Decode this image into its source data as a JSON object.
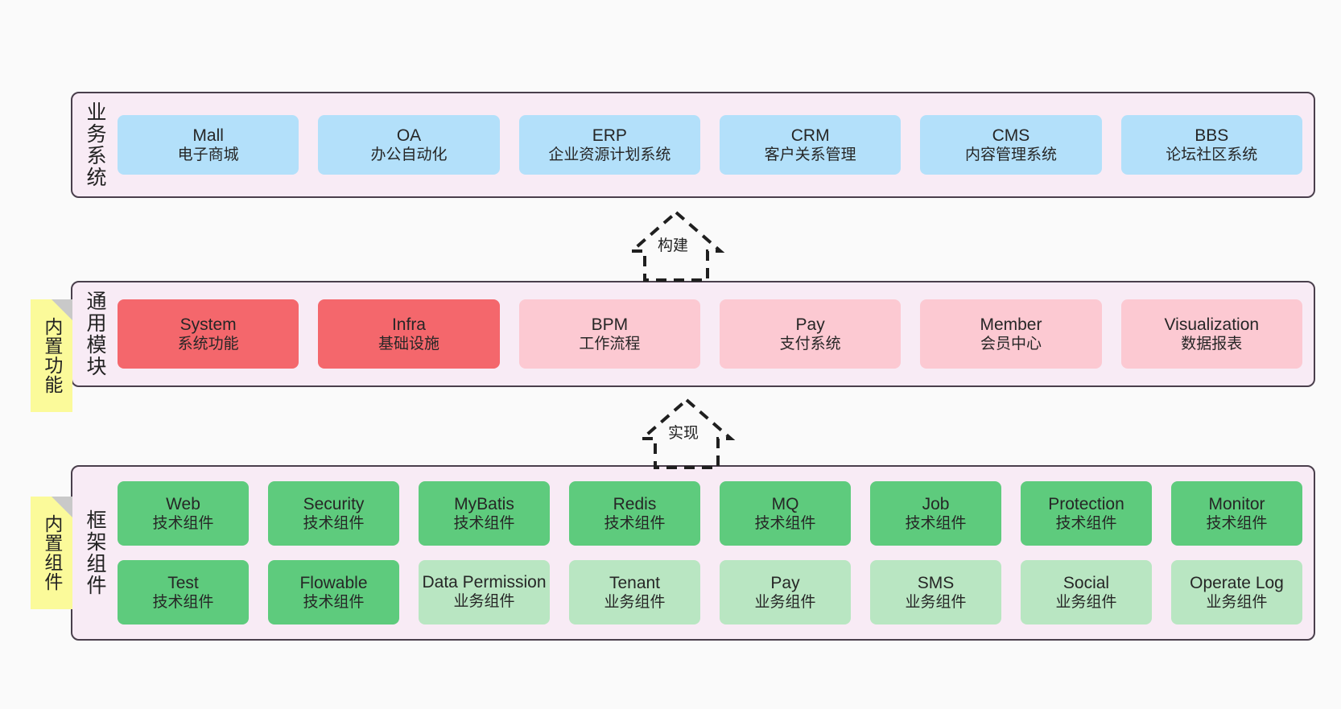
{
  "diagram": {
    "title_layers": [
      "业务系统",
      "通用模块",
      "框架组件"
    ],
    "background_color": "#fafafa",
    "panel_color": "#f8ebf5",
    "panel_border_color": "#4a3f4c",
    "note_color": "#fbfa9a"
  },
  "notes": [
    {
      "id": "note-builtin-features",
      "text": "内置功能"
    },
    {
      "id": "note-builtin-components",
      "text": "内置组件"
    }
  ],
  "connectors": [
    {
      "id": "connector-build",
      "label": "构建",
      "style": "dashed-hollow-triangle-up"
    },
    {
      "id": "connector-implement",
      "label": "实现",
      "style": "dashed-hollow-triangle-up"
    }
  ],
  "layers": [
    {
      "id": "layer-business-systems",
      "label": "业务系统",
      "rows": [
        [
          {
            "name": "Mall",
            "desc": "电子商城",
            "color": "#b3e0fa",
            "variant": "c-blue"
          },
          {
            "name": "OA",
            "desc": "办公自动化",
            "color": "#b3e0fa",
            "variant": "c-blue"
          },
          {
            "name": "ERP",
            "desc": "企业资源计划系统",
            "color": "#b3e0fa",
            "variant": "c-blue"
          },
          {
            "name": "CRM",
            "desc": "客户关系管理",
            "color": "#b3e0fa",
            "variant": "c-blue"
          },
          {
            "name": "CMS",
            "desc": "内容管理系统",
            "color": "#b3e0fa",
            "variant": "c-blue"
          },
          {
            "name": "BBS",
            "desc": "论坛社区系统",
            "color": "#b3e0fa",
            "variant": "c-blue"
          }
        ]
      ]
    },
    {
      "id": "layer-common-modules",
      "label": "通用模块",
      "rows": [
        [
          {
            "name": "System",
            "desc": "系统功能",
            "color": "#f4676c",
            "variant": "c-red"
          },
          {
            "name": "Infra",
            "desc": "基础设施",
            "color": "#f4676c",
            "variant": "c-red"
          },
          {
            "name": "BPM",
            "desc": "工作流程",
            "color": "#fcc9d2",
            "variant": "c-pink"
          },
          {
            "name": "Pay",
            "desc": "支付系统",
            "color": "#fcc9d2",
            "variant": "c-pink"
          },
          {
            "name": "Member",
            "desc": "会员中心",
            "color": "#fcc9d2",
            "variant": "c-pink"
          },
          {
            "name": "Visualization",
            "desc": "数据报表",
            "color": "#fcc9d2",
            "variant": "c-pink"
          }
        ]
      ]
    },
    {
      "id": "layer-framework-components",
      "label": "框架组件",
      "rows": [
        [
          {
            "name": "Web",
            "desc": "技术组件",
            "color": "#5ecb7d",
            "variant": "c-green"
          },
          {
            "name": "Security",
            "desc": "技术组件",
            "color": "#5ecb7d",
            "variant": "c-green"
          },
          {
            "name": "MyBatis",
            "desc": "技术组件",
            "color": "#5ecb7d",
            "variant": "c-green"
          },
          {
            "name": "Redis",
            "desc": "技术组件",
            "color": "#5ecb7d",
            "variant": "c-green"
          },
          {
            "name": "MQ",
            "desc": "技术组件",
            "color": "#5ecb7d",
            "variant": "c-green"
          },
          {
            "name": "Job",
            "desc": "技术组件",
            "color": "#5ecb7d",
            "variant": "c-green"
          },
          {
            "name": "Protection",
            "desc": "技术组件",
            "color": "#5ecb7d",
            "variant": "c-green"
          },
          {
            "name": "Monitor",
            "desc": "技术组件",
            "color": "#5ecb7d",
            "variant": "c-green"
          }
        ],
        [
          {
            "name": "Test",
            "desc": "技术组件",
            "color": "#5ecb7d",
            "variant": "c-green"
          },
          {
            "name": "Flowable",
            "desc": "技术组件",
            "color": "#5ecb7d",
            "variant": "c-green"
          },
          {
            "name": "Data Permission",
            "desc": "业务组件",
            "color": "#b9e6c2",
            "variant": "c-lightgrn"
          },
          {
            "name": "Tenant",
            "desc": "业务组件",
            "color": "#b9e6c2",
            "variant": "c-lightgrn"
          },
          {
            "name": "Pay",
            "desc": "业务组件",
            "color": "#b9e6c2",
            "variant": "c-lightgrn"
          },
          {
            "name": "SMS",
            "desc": "业务组件",
            "color": "#b9e6c2",
            "variant": "c-lightgrn"
          },
          {
            "name": "Social",
            "desc": "业务组件",
            "color": "#b9e6c2",
            "variant": "c-lightgrn"
          },
          {
            "name": "Operate Log",
            "desc": "业务组件",
            "color": "#b9e6c2",
            "variant": "c-lightgrn"
          }
        ]
      ]
    }
  ]
}
